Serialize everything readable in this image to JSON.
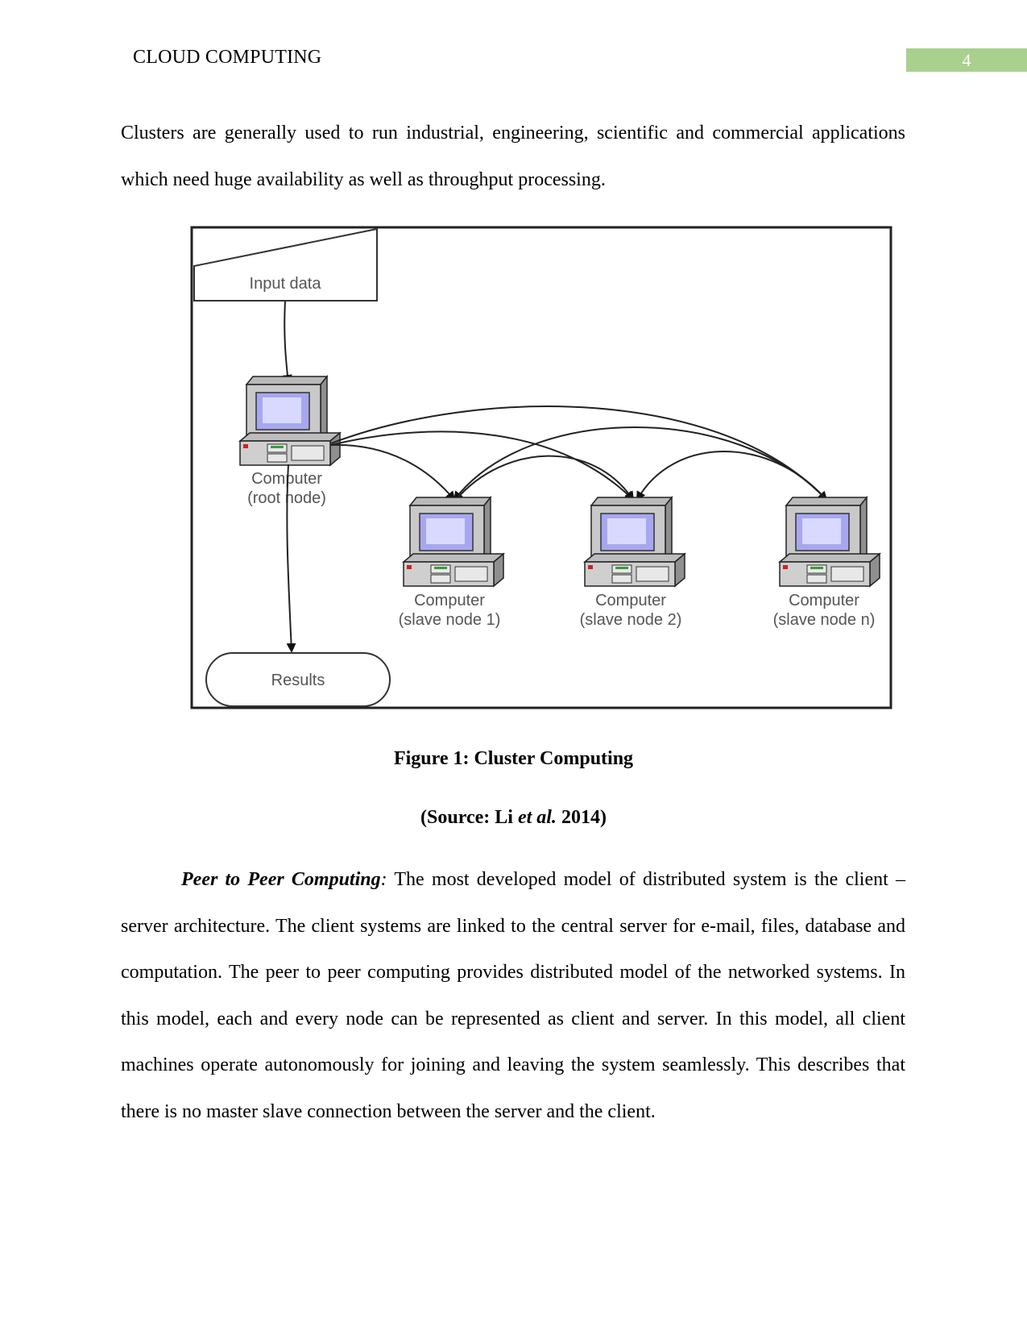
{
  "header": {
    "title": "CLOUD COMPUTING",
    "page_number": "4",
    "page_box_color": "#a9d08e"
  },
  "intro_paragraph": "Clusters are generally used to run industrial, engineering, scientific and commercial applications which need huge availability as well as throughput processing.",
  "figure": {
    "input_label": "Input data",
    "results_label": "Results",
    "root_node": {
      "line1": "Computer",
      "line2": "(root node)"
    },
    "slave_nodes": [
      {
        "line1": "Computer",
        "line2": "(slave node 1)"
      },
      {
        "line1": "Computer",
        "line2": "(slave node 2)"
      },
      {
        "line1": "Computer",
        "line2": "(slave node n)"
      }
    ],
    "caption": "Figure 1: Cluster Computing",
    "source_prefix": "(Source: Li ",
    "source_italic": "et al.",
    "source_suffix": " 2014)"
  },
  "p2p_paragraph": {
    "lead_bold_italic": "Peer to Peer Computing",
    "lead_colon": ":",
    "body": " The most developed model of distributed system is the client – server architecture. The client systems are linked to the central server for e-mail, files, database and computation. The peer to peer computing provides distributed model of the networked systems. In this model, each and every node can be represented as client and server. In this model, all client machines operate autonomously for joining and leaving the system seamlessly. This describes that there is no master slave connection between the server and the client."
  }
}
